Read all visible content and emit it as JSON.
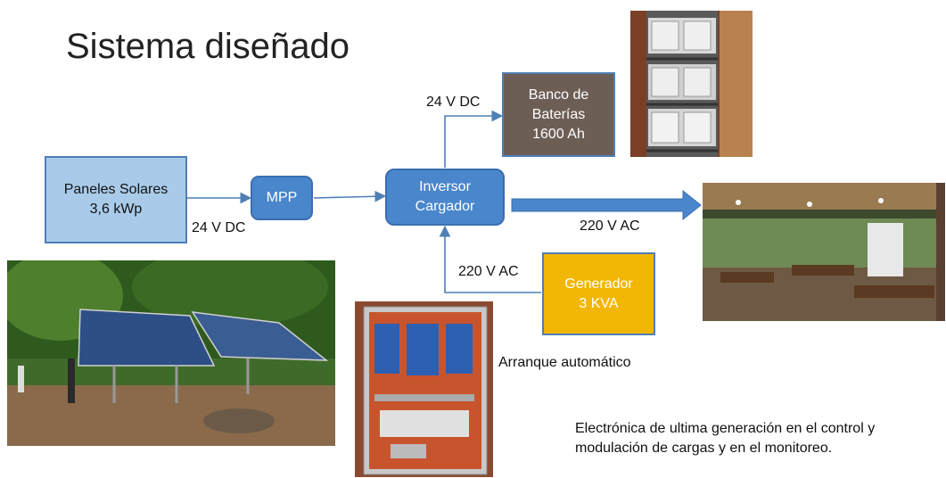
{
  "title": "Sistema diseñado",
  "nodes": {
    "panels": "Paneles Solares\n3,6 kWp",
    "mpp": "MPP",
    "inverter": "Inversor\nCargador",
    "battery": "Banco de\nBaterías\n1600 Ah",
    "generator": "Generador\n3 KVA"
  },
  "labels": {
    "panels_dc": "24 V DC",
    "battery_dc": "24 V DC",
    "output_ac": "220 V AC",
    "generator_ac": "220 V AC",
    "auto_start": "Arranque automático"
  },
  "note": "Electrónica de ultima generación en el control y modulación de cargas y en el monitoreo.",
  "colors": {
    "box_blue": "#4a86cc",
    "panel_light_blue": "#a9cbe9",
    "battery_brown": "#6d5e55",
    "generator_yellow": "#f2b705",
    "connector": "#4f7fb5"
  },
  "photos": [
    "battery-bank-photo",
    "solar-array-photo",
    "inverter-cabinet-photo",
    "classroom-photo"
  ]
}
